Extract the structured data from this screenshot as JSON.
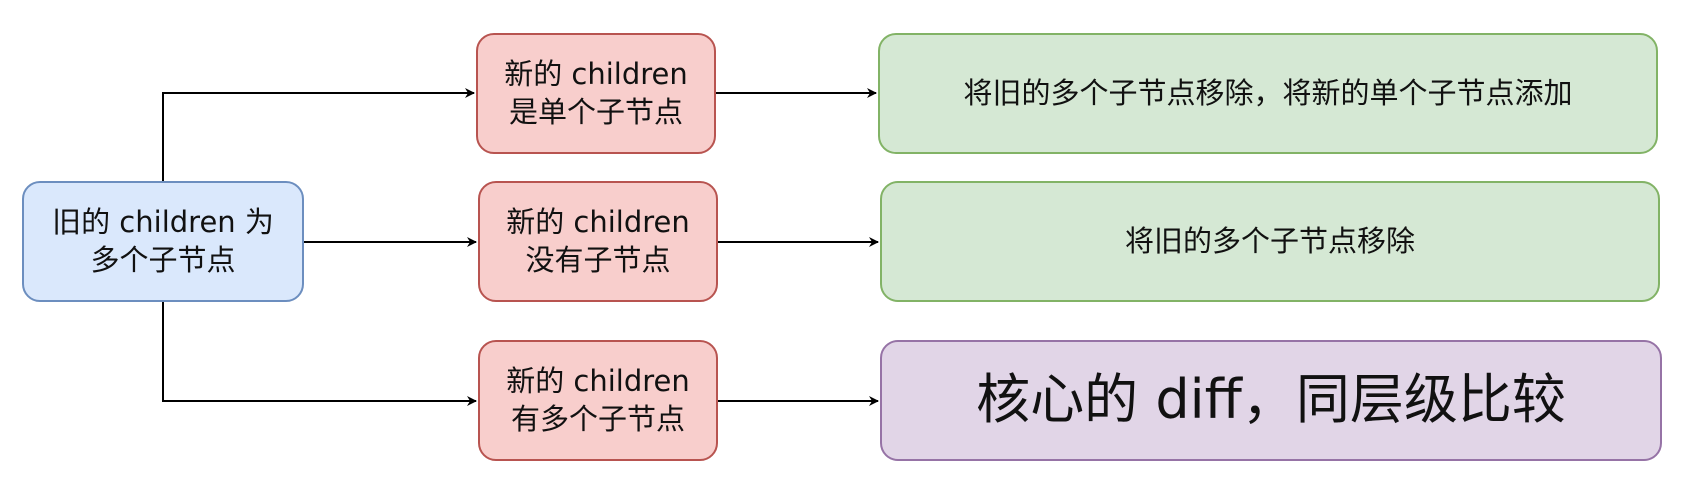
{
  "diagram": {
    "root": {
      "line1": "旧的 children 为",
      "line2": "多个子节点"
    },
    "cases": [
      {
        "condition": {
          "line1": "新的 children",
          "line2": "是单个子节点"
        },
        "action": "将旧的多个子节点移除，将新的单个子节点添加"
      },
      {
        "condition": {
          "line1": "新的 children",
          "line2": "没有子节点"
        },
        "action": "将旧的多个子节点移除"
      },
      {
        "condition": {
          "line1": "新的 children",
          "line2": "有多个子节点"
        },
        "action": "核心的 diff，同层级比较"
      }
    ]
  },
  "colors": {
    "root_fill": "#dae8fc",
    "root_stroke": "#6c8ebf",
    "condition_fill": "#f8cecc",
    "condition_stroke": "#b85450",
    "action_fill": "#d5e8d4",
    "action_stroke": "#82b366",
    "highlight_fill": "#e1d5e7",
    "highlight_stroke": "#9673a6",
    "edge": "#000000"
  }
}
